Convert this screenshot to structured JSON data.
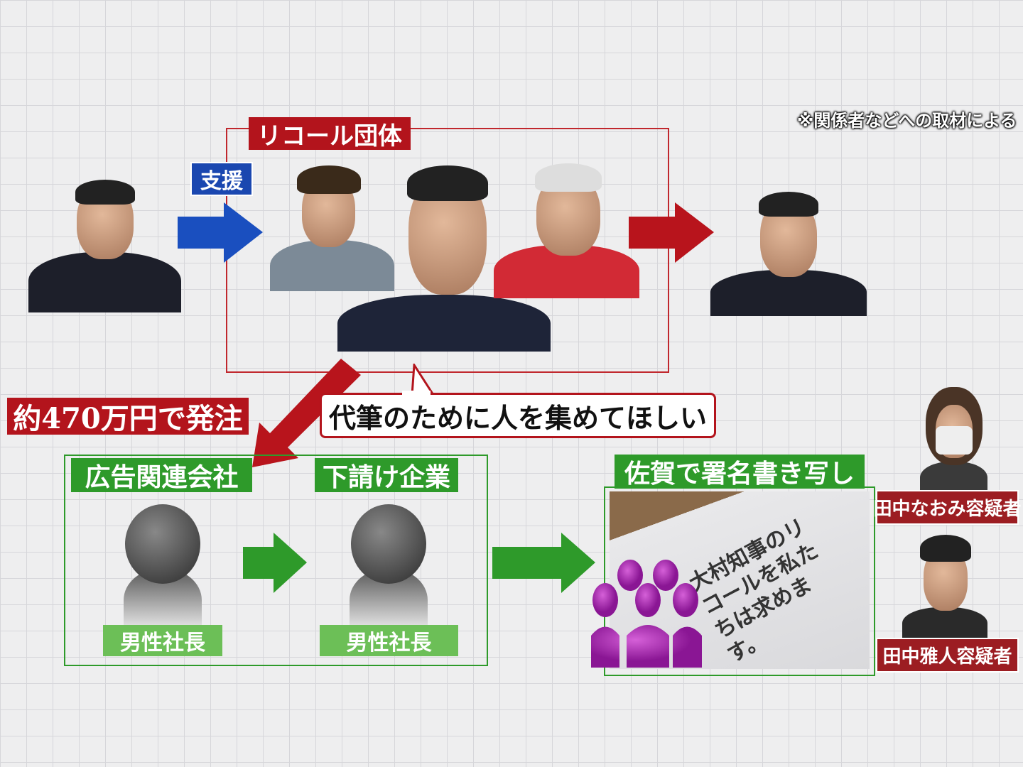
{
  "note": "※関係者などへの取材による",
  "recall_group_label": "リコール団体",
  "support_label": "支援",
  "order_label": "約470万円で発注",
  "speech_bubble": "代筆のために人を集めてほしい",
  "ad_company_label": "広告関連会社",
  "subcontractor_label": "下請け企業",
  "male_president_1": "男性社長",
  "male_president_2": "男性社長",
  "saga_label": "佐賀で署名書き写し",
  "document_text": "大村知事のリコールを私たちは求めます。",
  "suspect_1": "田中なおみ容疑者",
  "suspect_2": "田中雅人容疑者",
  "colors": {
    "red": "#b3141c",
    "blue": "#1a47b0",
    "green": "#2e9a2a",
    "purple": "#9b1fa8"
  }
}
